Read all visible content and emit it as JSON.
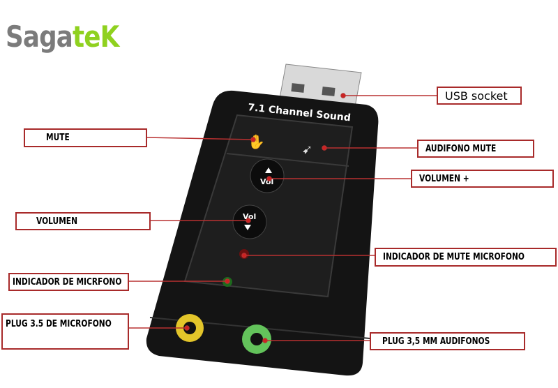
{
  "logo": {
    "part1": "Saga",
    "part2": "teK"
  },
  "device": {
    "top_label": "7.1 Channel Sound",
    "vol_label": "Vol"
  },
  "labels": {
    "usb_socket": "USB socket",
    "mute": "MUTE",
    "audifono_mute": "AUDIFONO MUTE",
    "volumen_plus": "VOLUMEN +",
    "volumen": "VOLUMEN",
    "indicador_mute_microfono": "INDICADOR DE MUTE MICROFONO",
    "indicador_microfono": "INDICADOR DE MICRFONO",
    "plug_microfono": "PLUG 3.5 DE MICROFONO",
    "plug_audifonos": "PLUG 3,5 MM AUDIFONOS"
  },
  "colors": {
    "callout": "#a82a2a",
    "logo_gray": "#7b7b7b",
    "logo_green": "#8fd11f"
  }
}
